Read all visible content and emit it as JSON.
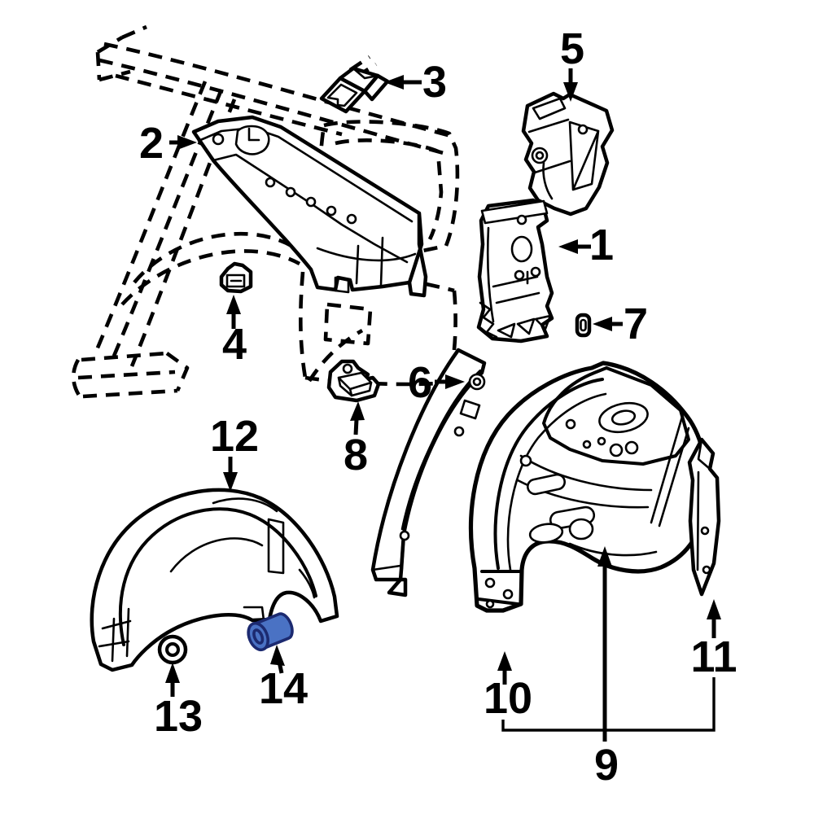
{
  "diagram": {
    "type": "exploded-parts-diagram",
    "background": "#ffffff",
    "line_color": "#000000",
    "highlight": {
      "fill": "#4a72c4",
      "stroke": "#1c2a70",
      "part_number": "14"
    }
  },
  "callouts": [
    {
      "label": "1"
    },
    {
      "label": "2"
    },
    {
      "label": "3"
    },
    {
      "label": "4"
    },
    {
      "label": "5"
    },
    {
      "label": "6"
    },
    {
      "label": "7"
    },
    {
      "label": "8"
    },
    {
      "label": "9"
    },
    {
      "label": "10"
    },
    {
      "label": "11"
    },
    {
      "label": "12"
    },
    {
      "label": "13"
    },
    {
      "label": "14"
    }
  ]
}
